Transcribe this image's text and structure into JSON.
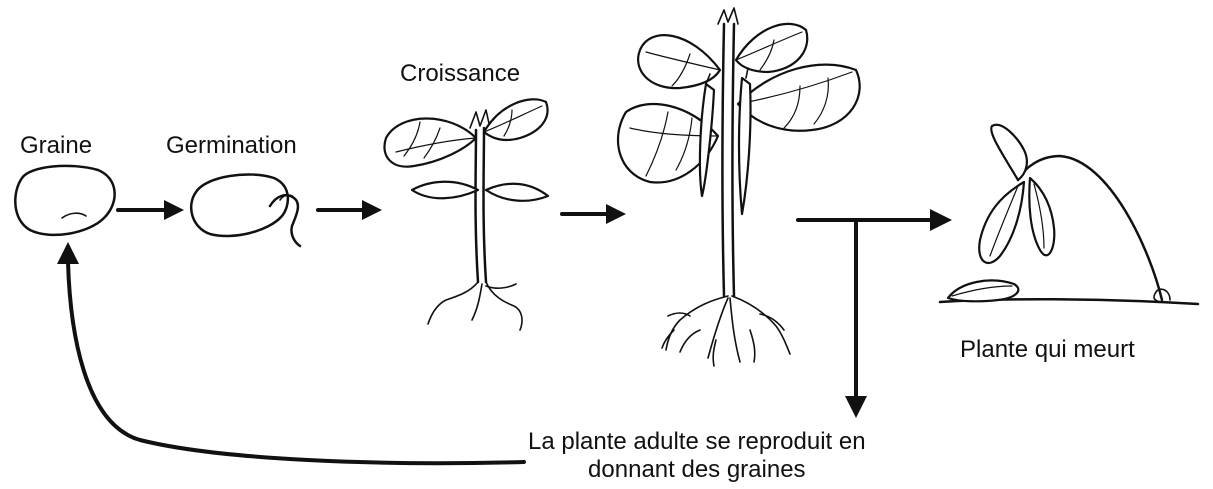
{
  "stages": {
    "seed": "Graine",
    "germination": "Germination",
    "growth": "Croissance",
    "dying": "Plante qui meurt"
  },
  "reproduction": {
    "line1": "La plante adulte se reproduit en",
    "line2": "donnant des graines"
  },
  "icons": [
    "seed-icon",
    "germinating-seed-icon",
    "young-plant-icon",
    "adult-plant-icon",
    "dying-plant-icon"
  ],
  "colors": {
    "ink": "#111111",
    "background": "#ffffff"
  }
}
